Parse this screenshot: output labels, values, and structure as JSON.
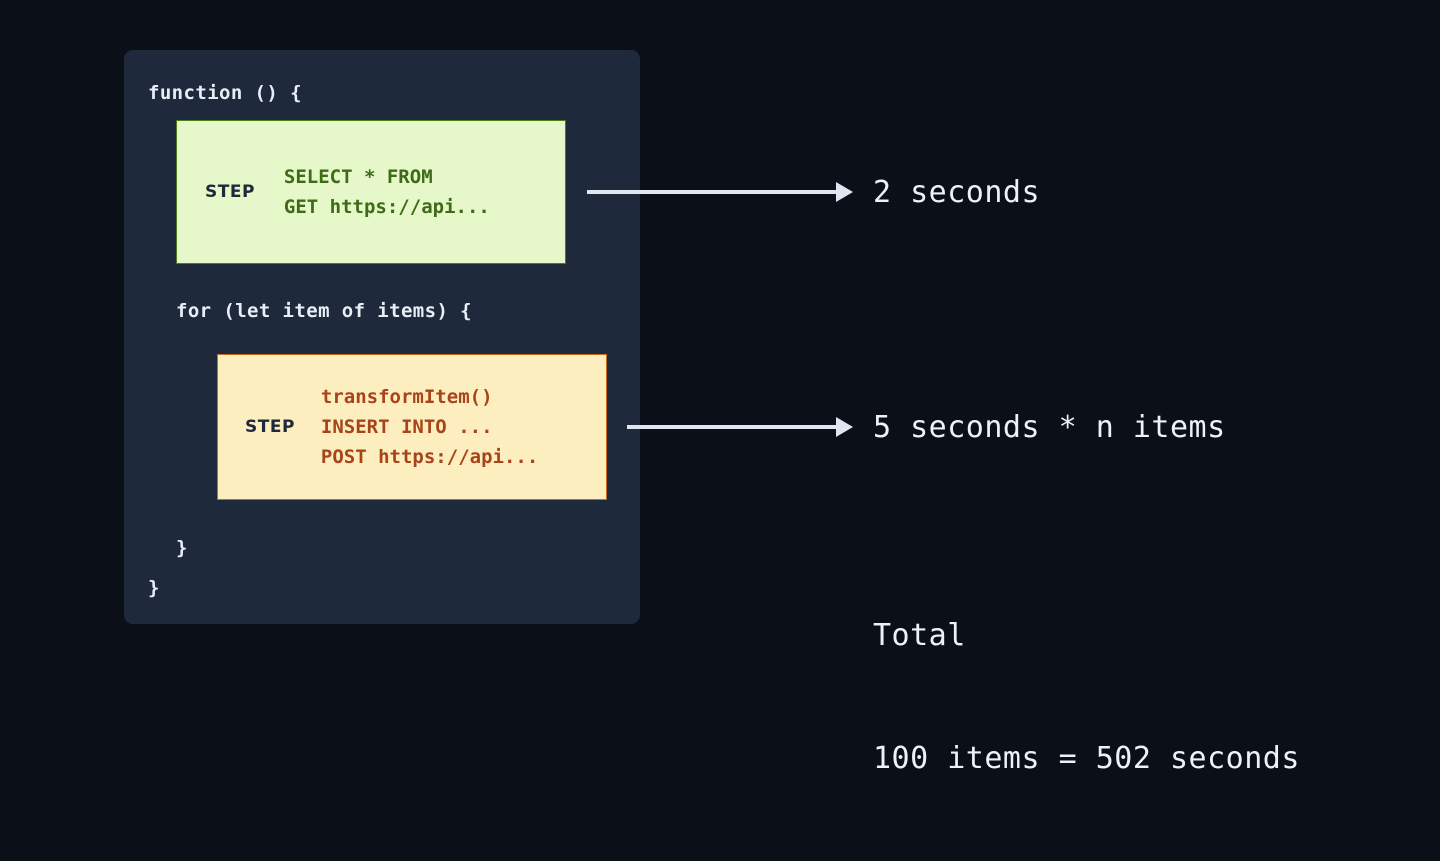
{
  "background": {
    "page_color": "#0b0f17",
    "panel_color": "#1e293b"
  },
  "code_panel": {
    "lines": {
      "function_open": "function () {",
      "for_open": "for (let item of items) {",
      "for_close": "}",
      "function_close": "}"
    }
  },
  "steps": [
    {
      "id": "step-1",
      "label": "STEP",
      "accent_color": "#4e7c1d",
      "fill_color": "#e6f8c9",
      "text_color": "#3d6b18",
      "code_lines": [
        "SELECT * FROM",
        "GET https://api..."
      ],
      "annotation": "2 seconds"
    },
    {
      "id": "step-2",
      "label": "STEP",
      "accent_color": "#c96a1f",
      "fill_color": "#fdeebf",
      "text_color": "#a8441a",
      "code_lines": [
        "transformItem()",
        "INSERT INTO ...",
        "POST https://api..."
      ],
      "annotation": "5 seconds * n items"
    }
  ],
  "total": {
    "heading": "Total",
    "value": "100 items = 502 seconds"
  }
}
